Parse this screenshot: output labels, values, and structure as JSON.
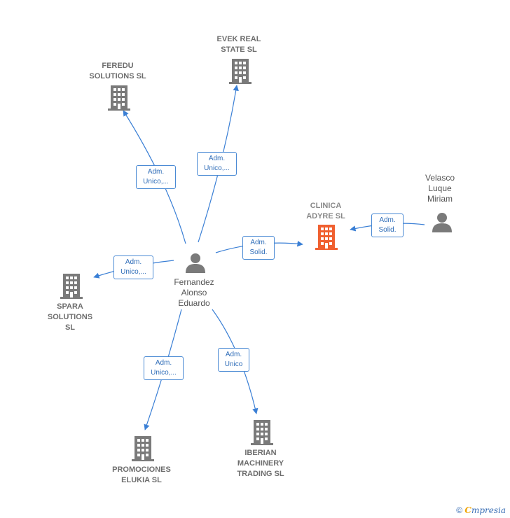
{
  "colors": {
    "edge": "#3a7fd5",
    "building": "#7a7a7a",
    "building_focus": "#f06030",
    "person": "#7a7a7a"
  },
  "nodes": {
    "feredu": {
      "label": "FEREDU\nSOLUTIONS SL"
    },
    "evek": {
      "label": "EVEK REAL\nSTATE  SL"
    },
    "clinica": {
      "label": "CLINICA\nADYRE  SL"
    },
    "velasco": {
      "label": "Velasco\nLuque\nMiriam"
    },
    "fernandez": {
      "label": "Fernandez\nAlonso\nEduardo"
    },
    "spara": {
      "label": "SPARA\nSOLUTIONS\nSL"
    },
    "promociones": {
      "label": "PROMOCIONES\nELUKIA  SL"
    },
    "iberian": {
      "label": "IBERIAN\nMACHINERY\nTRADING  SL"
    }
  },
  "edges": {
    "to_feredu": "Adm.\nUnico,...",
    "to_evek": "Adm.\nUnico,...",
    "to_clinica": "Adm.\nSolid.",
    "velasco_to_clinica": "Adm.\nSolid.",
    "to_spara": "Adm.\nUnico,...",
    "to_promociones": "Adm.\nUnico,...",
    "to_iberian": "Adm.\nUnico"
  },
  "footer": {
    "copyright": "©",
    "brand_first": "C",
    "brand_rest": "mpresia"
  }
}
